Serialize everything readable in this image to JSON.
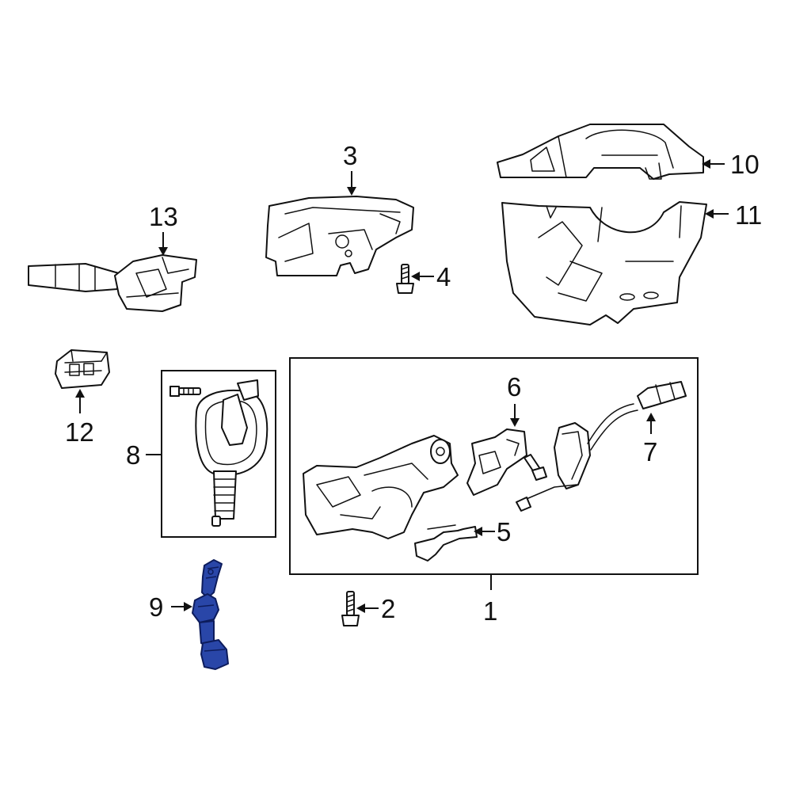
{
  "callouts": {
    "c1": "1",
    "c2": "2",
    "c3": "3",
    "c4": "4",
    "c5": "5",
    "c6": "6",
    "c7": "7",
    "c8": "8",
    "c9": "9",
    "c10": "10",
    "c11": "11",
    "c12": "12",
    "c13": "13"
  },
  "highlighted_part": "9",
  "colors": {
    "highlight": "#2946a8",
    "line": "#111111",
    "background": "#ffffff"
  }
}
